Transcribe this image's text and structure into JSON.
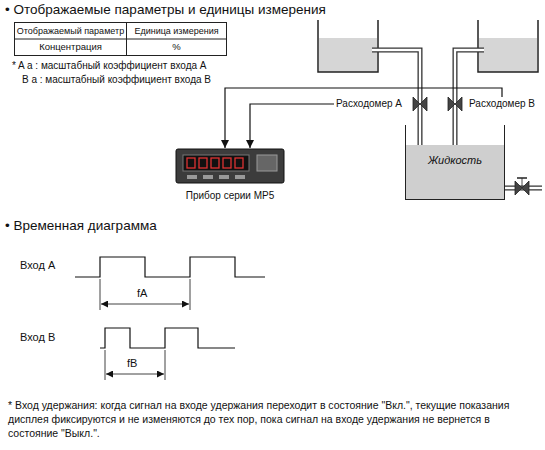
{
  "diagram": {
    "title": "• Отображаемые параметры и единицы измерения",
    "nodes": [
      {
        "text": [
          "Расходомер A"
        ]
      },
      {
        "text": [
          "Расходомер B"
        ]
      },
      {
        "text": [
          "Жидкость"
        ]
      },
      {
        "text": [
          "Прибор серии MP5"
        ]
      }
    ],
    "edges": [
      {
        "from": 0,
        "to": 3,
        "arrow": "to"
      },
      {
        "from": 1,
        "to": 3,
        "arrow": "to"
      }
    ],
    "labels": [
      "Отображаемый параметр",
      "Единица измерения",
      "Концентрация",
      "%",
      "* A a : масштабный коэффициент входа A",
      "B a : масштабный коэффициент входа B",
      "• Временная диаграмма",
      "Вход A",
      "fA",
      "Вход B",
      "fB",
      "* Вход удержания: когда сигнал на входе удержания переходит в состояние \"Вкл.\", текущие показания дисплея фиксируются и не изменяются до тех пор, пока сигнал на входе удержания не вернется в состояние \"Выкл.\"."
    ]
  }
}
